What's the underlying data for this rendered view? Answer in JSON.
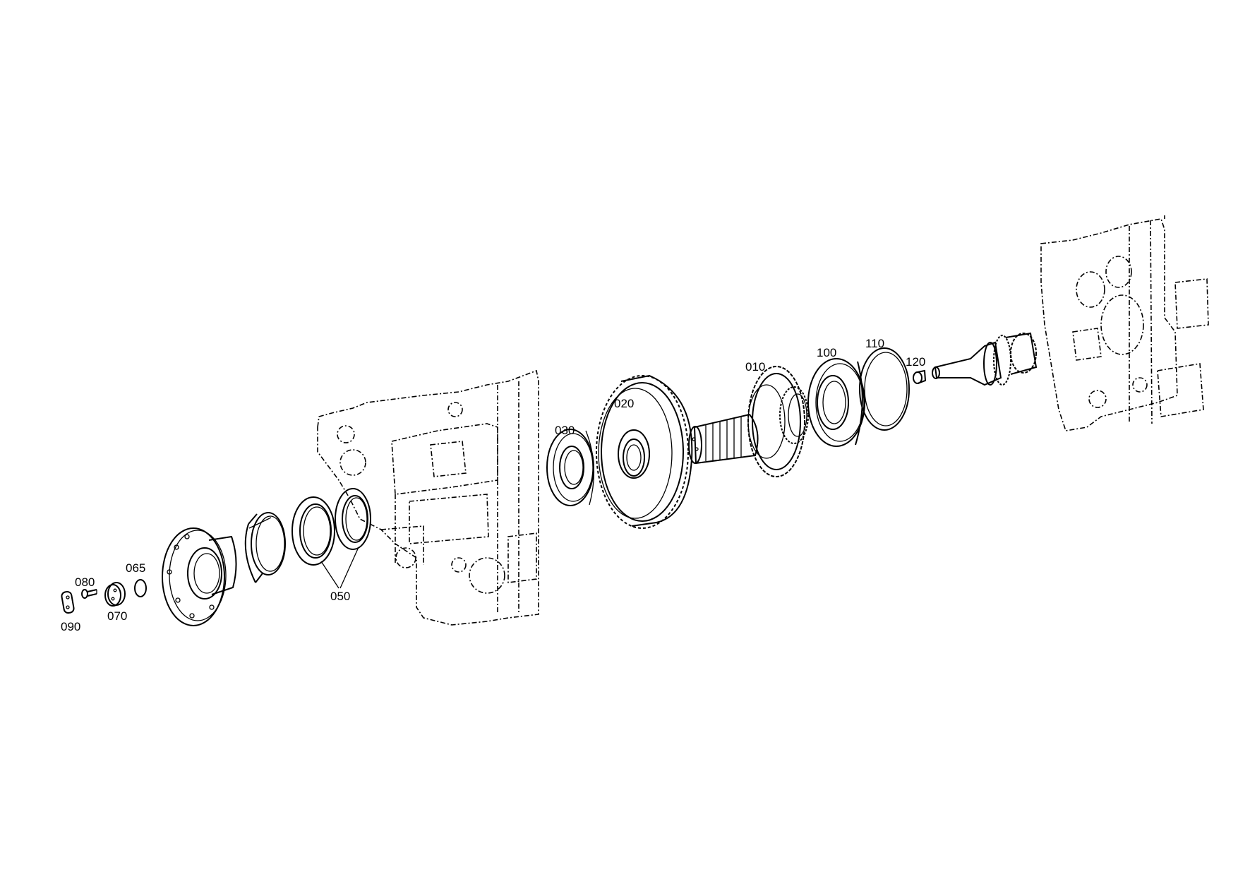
{
  "diagram": {
    "callouts": {
      "c010": "010",
      "c020": "020",
      "c030": "030",
      "c050": "050",
      "c065": "065",
      "c070": "070",
      "c080": "080",
      "c090": "090",
      "c100": "100",
      "c110": "110",
      "c120": "120"
    }
  }
}
